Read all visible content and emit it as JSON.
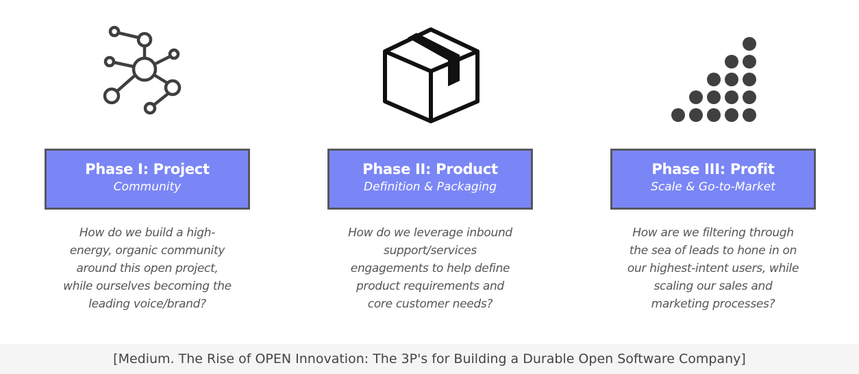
{
  "phases": [
    {
      "title": "Phase I: Project",
      "subtitle": "Community",
      "description": [
        "How do we build a high-",
        "energy, organic community",
        "around this open project,",
        "while ourselves becoming the",
        "leading voice/brand?"
      ],
      "icon": "network-icon"
    },
    {
      "title": "Phase II: Product",
      "subtitle": "Definition & Packaging",
      "description": [
        "How do we leverage inbound",
        "support/services",
        "engagements to help define",
        "product requirements and",
        "core customer needs?"
      ],
      "icon": "box-icon"
    },
    {
      "title": "Phase III: Profit",
      "subtitle": "Scale & Go-to-Market",
      "description": [
        "How are we filtering through",
        "the sea of leads to hone in on",
        "our highest-intent users, while",
        "scaling our sales and",
        "marketing processes?"
      ],
      "icon": "dot-staircase-icon"
    }
  ],
  "footer": "[Medium. The Rise of OPEN Innovation: The 3P's for Building a Durable Open Software Company]",
  "colors": {
    "box_fill": "#7b86f6",
    "box_border": "#56585e",
    "icon": "#3f3f3f",
    "footer_bg": "#f5f5f5"
  }
}
